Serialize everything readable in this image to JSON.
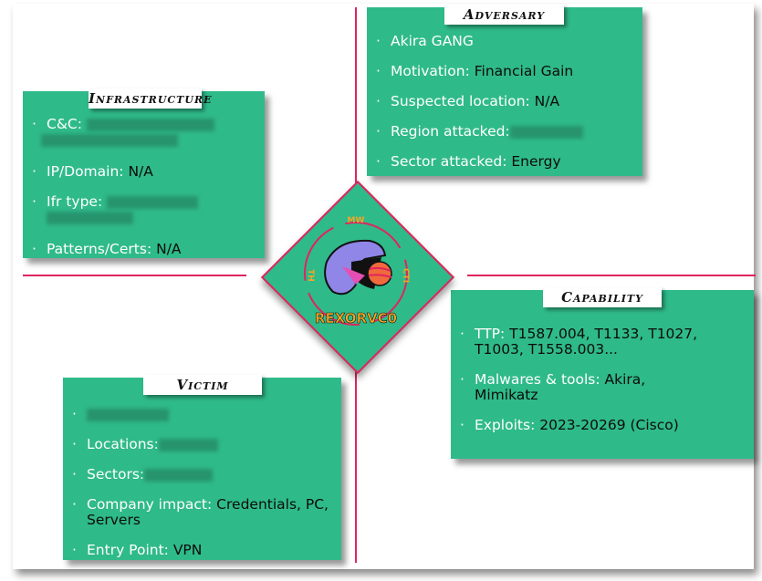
{
  "infrastructure": {
    "title": "Infrastructure",
    "items": [
      {
        "label": "C&C",
        "value": ""
      },
      {
        "label": "IP/Domain",
        "value": "N/A"
      },
      {
        "label": "Ifr type",
        "value": ""
      },
      {
        "label": "Patterns/Certs",
        "value": "N/A"
      }
    ]
  },
  "adversary": {
    "title": "Adversary",
    "items": [
      {
        "label": "Akira GANG",
        "value": ""
      },
      {
        "label": "Motivation",
        "value": "Financial Gain"
      },
      {
        "label": "Suspected location",
        "value": "N/A"
      },
      {
        "label": "Region attacked",
        "value": ""
      },
      {
        "label": "Sector attacked",
        "value": "Energy"
      }
    ]
  },
  "capability": {
    "title": "Capability",
    "items": [
      {
        "label": "TTP",
        "value": "T1587.004, T1133, T1027, T1003, T1558.003..."
      },
      {
        "label": "Malwares & tools",
        "value": "Akira, Mimikatz"
      },
      {
        "label": "Exploits",
        "value": "2023-20269 (Cisco)"
      }
    ]
  },
  "victim": {
    "title": "Victim",
    "items": [
      {
        "label": "",
        "value": ""
      },
      {
        "label": "Locations",
        "value": ""
      },
      {
        "label": "Sectors",
        "value": ""
      },
      {
        "label": "Company impact",
        "value": "Credentials, PC, Servers"
      },
      {
        "label": "Entry Point",
        "value": "VPN"
      }
    ]
  },
  "logo": {
    "name": "REXORVC0",
    "top": "MW",
    "left": "TH",
    "right": "CTI"
  },
  "colors": {
    "box": "#2fba8a",
    "line": "#e0245e",
    "logo_text": "#f5a623"
  }
}
